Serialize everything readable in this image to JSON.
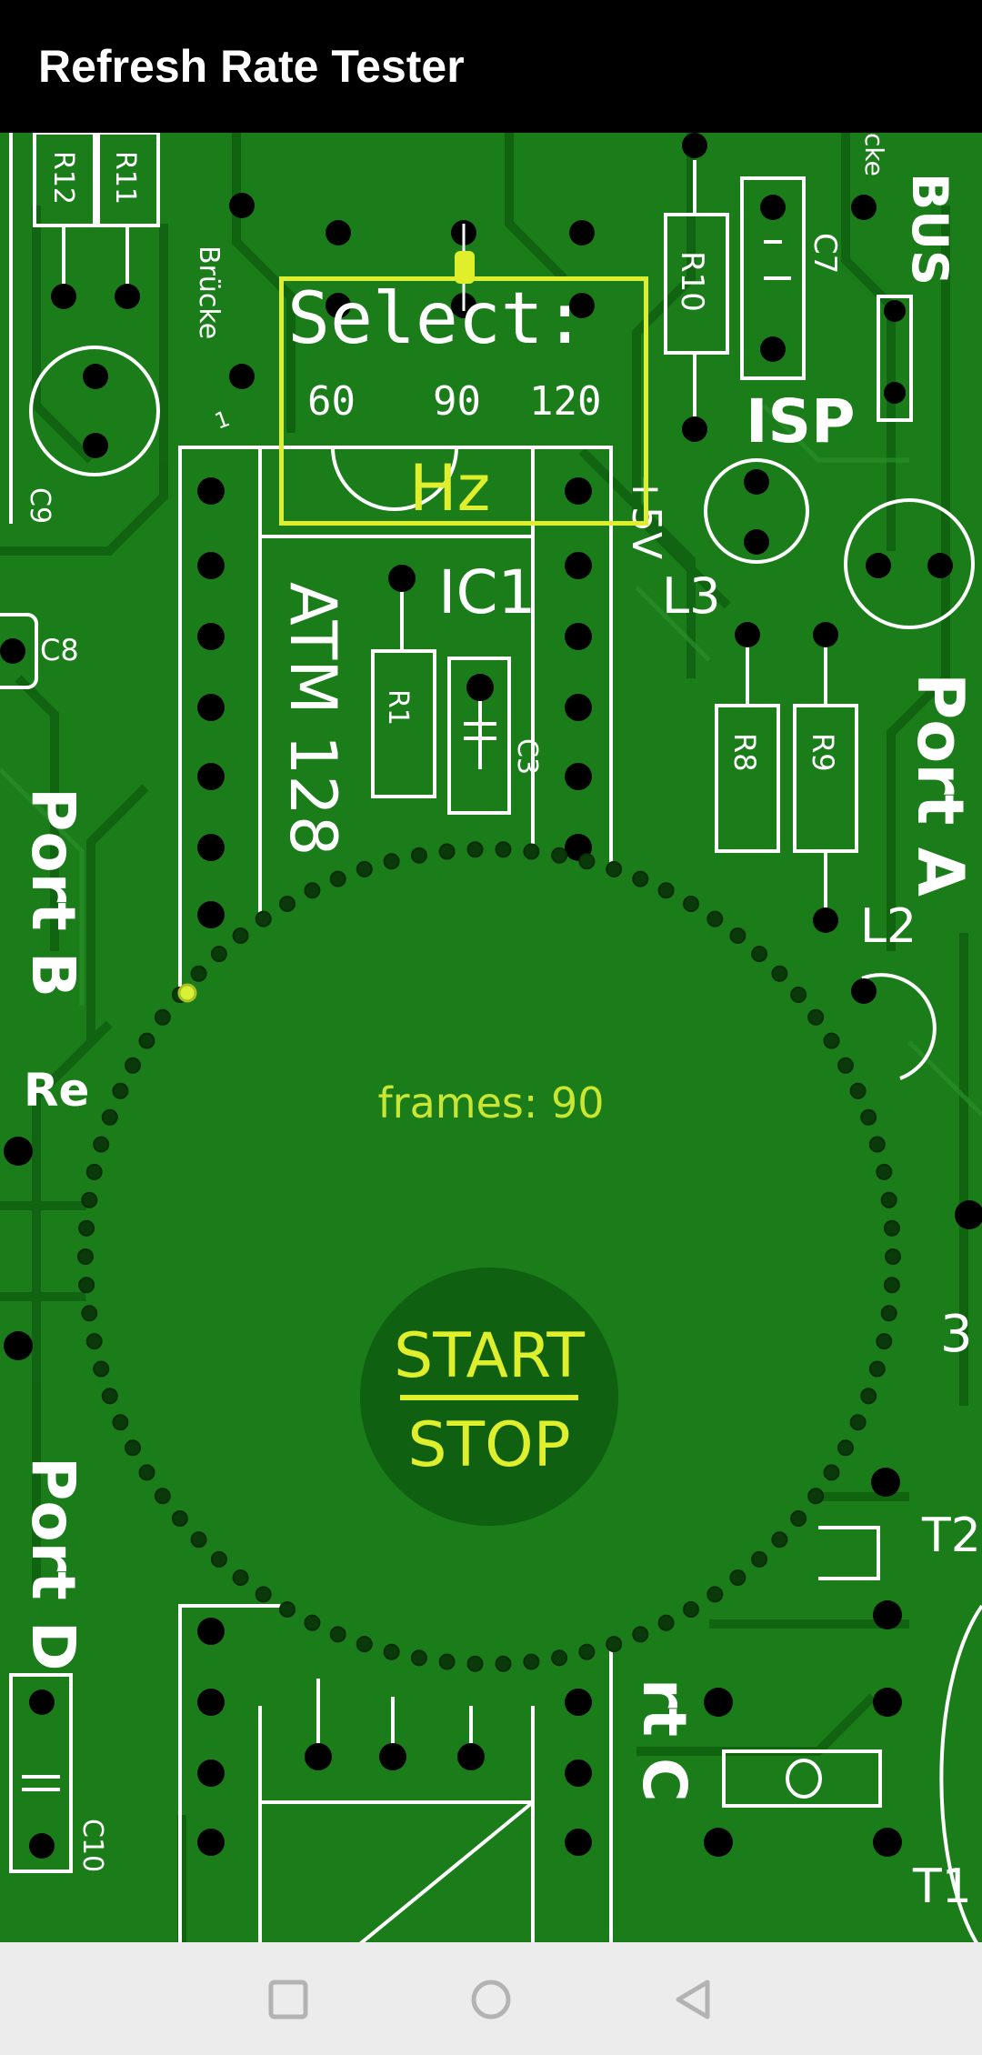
{
  "app": {
    "title": "Refresh Rate Tester"
  },
  "board": {
    "select_label": "Select:",
    "options": [
      "60",
      "90",
      "120"
    ],
    "unit": "Hz",
    "labels": {
      "r12": "R12",
      "r11": "R11",
      "brucke": "Brücke",
      "c9": "C9",
      "c8": "C8",
      "port_b": "Port B",
      "re": "Re",
      "port_d": "Port D",
      "c10": "C10",
      "atm": "ATM 128",
      "ic1": "IC1",
      "r1": "R1",
      "c3": "C3",
      "r10": "R10",
      "c7": "C7",
      "isp": "ISP",
      "bus": "BUS",
      "cke": "cke",
      "plus5v": "+5V",
      "l3": "L3",
      "r8": "R8",
      "r9": "R9",
      "port_a": "Port A",
      "l2": "L2",
      "t2": "T2",
      "t1": "T1",
      "port_c": "rt C",
      "num3": "3",
      "one": "1"
    }
  },
  "tester": {
    "frames_text": "frames: 90",
    "start_label": "START",
    "stop_label": "STOP"
  },
  "colors": {
    "board": "#1a7d1a",
    "accent": "#e0ef2c",
    "silkscreen": "#ffffff"
  },
  "nav": {
    "icons": [
      "square-icon",
      "circle-icon",
      "back-triangle-icon"
    ]
  }
}
